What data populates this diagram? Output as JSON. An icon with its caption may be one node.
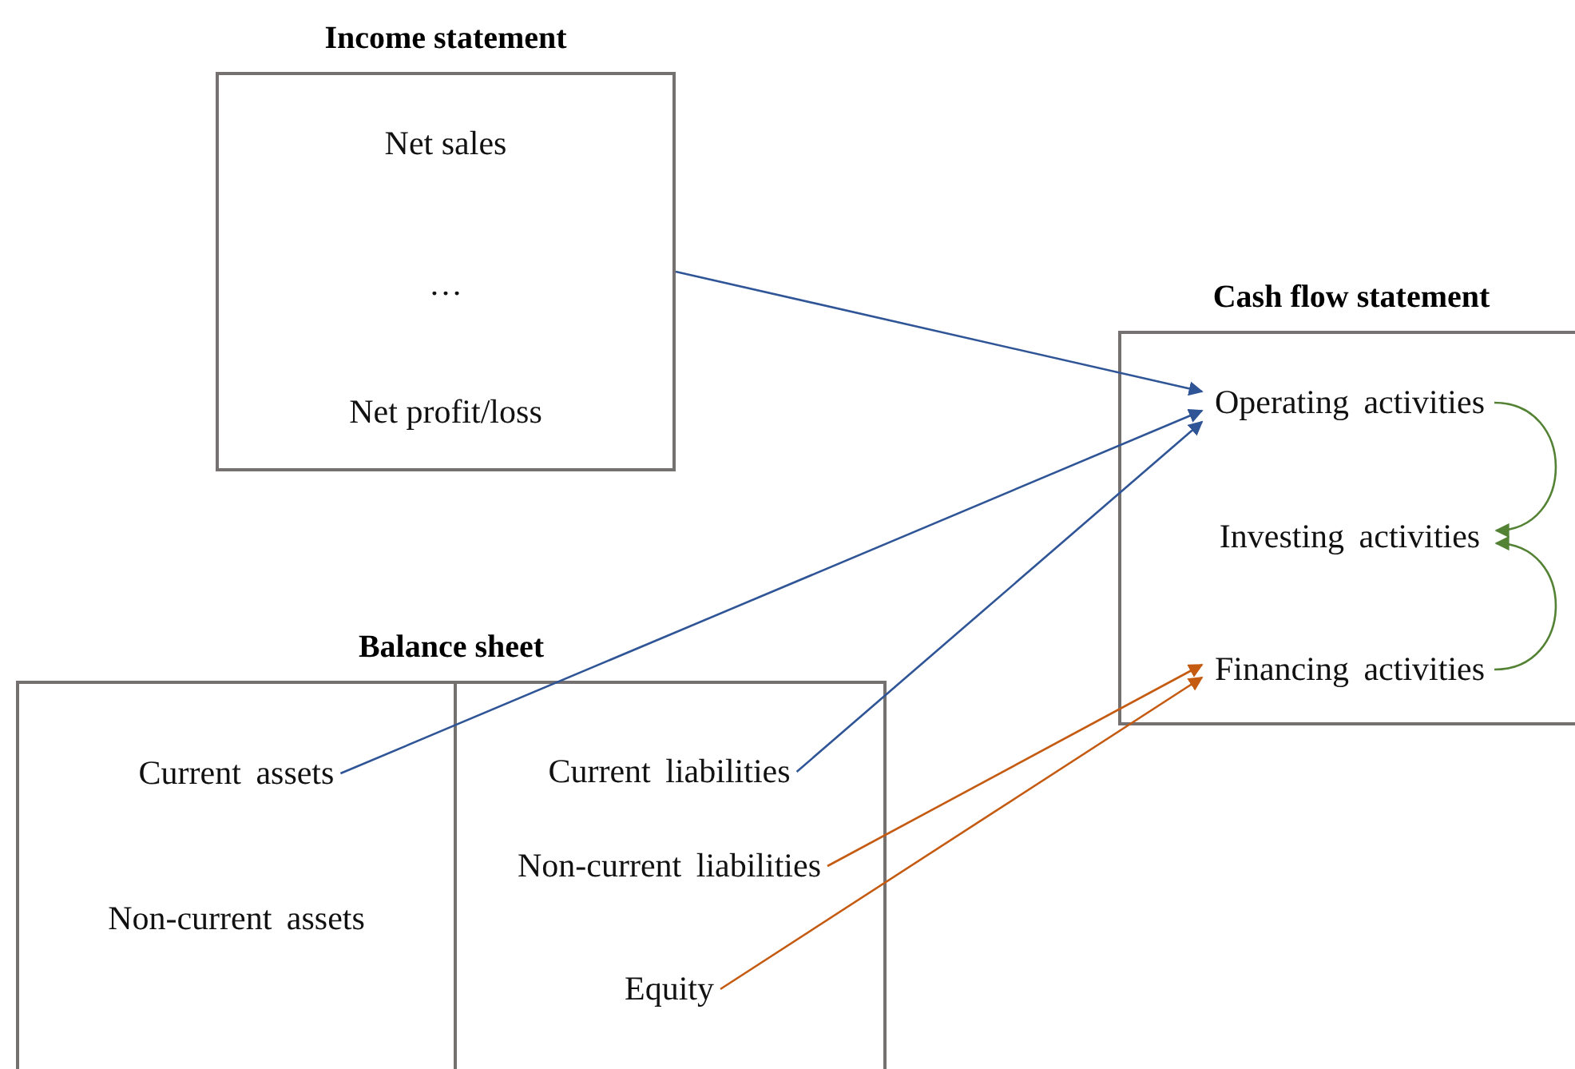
{
  "diagram": {
    "nodes": [
      {
        "text": [
          "Income statement",
          "Net sales",
          "…",
          "Net profit/loss"
        ]
      },
      {
        "text": [
          "Cash flow statement"
        ]
      },
      {
        "text": [
          "Operating activities"
        ],
        "in": 1
      },
      {
        "text": [
          "Investing activities"
        ],
        "in": 1
      },
      {
        "text": [
          "Financing activities"
        ],
        "in": 1
      },
      {
        "text": [
          "Balance sheet"
        ]
      },
      {
        "text": [
          "Current assets"
        ],
        "in": 5
      },
      {
        "text": [
          "Non-current assets"
        ],
        "in": 5
      },
      {
        "text": [
          "Current liabilities"
        ],
        "in": 5
      },
      {
        "text": [
          "Non-current liabilities"
        ],
        "in": 5
      },
      {
        "text": [
          "Equity"
        ],
        "in": 5
      }
    ],
    "edges": [
      {
        "from": 0,
        "to": 2,
        "arrow": "to",
        "color": "#2f5597"
      },
      {
        "from": 6,
        "to": 2,
        "arrow": "to",
        "color": "#2f5597"
      },
      {
        "from": 8,
        "to": 2,
        "arrow": "to",
        "color": "#2f5597"
      },
      {
        "from": 9,
        "to": 4,
        "arrow": "to",
        "color": "#c55a11"
      },
      {
        "from": 10,
        "to": 4,
        "arrow": "to",
        "color": "#c55a11"
      },
      {
        "from": 2,
        "to": 3,
        "arrow": "to",
        "color": "#548235"
      },
      {
        "from": 4,
        "to": 3,
        "arrow": "to",
        "color": "#548235"
      }
    ]
  }
}
